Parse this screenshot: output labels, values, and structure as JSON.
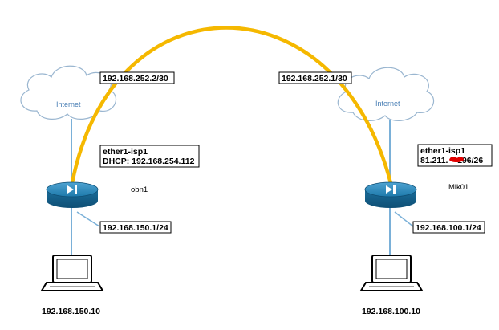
{
  "left_site": {
    "cloud_label": "Internet",
    "tunnel_ip": "192.168.252.2/30",
    "wan_iface": "ether1-isp1",
    "wan_ip": "DHCP: 192.168.254.112",
    "router_name": "obn1",
    "lan_ip": "192.168.150.1/24",
    "host_ip": "192.168.150.10"
  },
  "right_site": {
    "cloud_label": "Internet",
    "tunnel_ip": "192.168.252.1/30",
    "wan_iface": "ether1-isp1",
    "wan_ip": "81.211.    196/26",
    "router_name": "Mik01",
    "lan_ip": "192.168.100.1/24",
    "host_ip": "192.168.100.10"
  },
  "colors": {
    "tunnel": "#f5b800",
    "link": "#7ab0d8",
    "cloud_stroke": "#9ab6d0",
    "router_fill": "#1a6d9a",
    "redaction": "#e00000"
  },
  "icons": [
    "cloud-icon",
    "router-icon",
    "laptop-icon"
  ]
}
